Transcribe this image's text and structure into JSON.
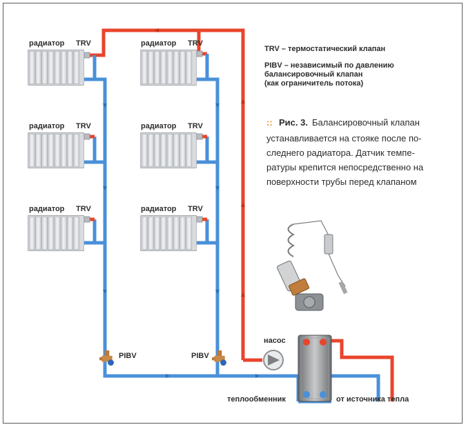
{
  "labels": {
    "radiator": "радиатор",
    "trv": "TRV",
    "pibv": "PIBV",
    "pump": "насос",
    "heat_exchanger": "теплообменник",
    "from_source": "от источника тепла"
  },
  "legend": {
    "trv_line": "TRV – термостатический клапан",
    "pibv_line1": "PIBV – независимый по давлению",
    "pibv_line2": "балансировочный клапан",
    "pibv_line3": "(как ограничитель потока)"
  },
  "caption": {
    "marker": "::",
    "title": "Рис. 3.",
    "line1": "Балансировочный клапан",
    "line2": "устанавливается на стояке после по-",
    "line3": "следнего радиатора. Датчик темпе-",
    "line4": "ратуры крепится непосредственно на",
    "line5": "поверхности трубы перед клапаном"
  },
  "colors": {
    "supply": "#e8452c",
    "return": "#4a90d9",
    "accent": "#f08a2a"
  }
}
